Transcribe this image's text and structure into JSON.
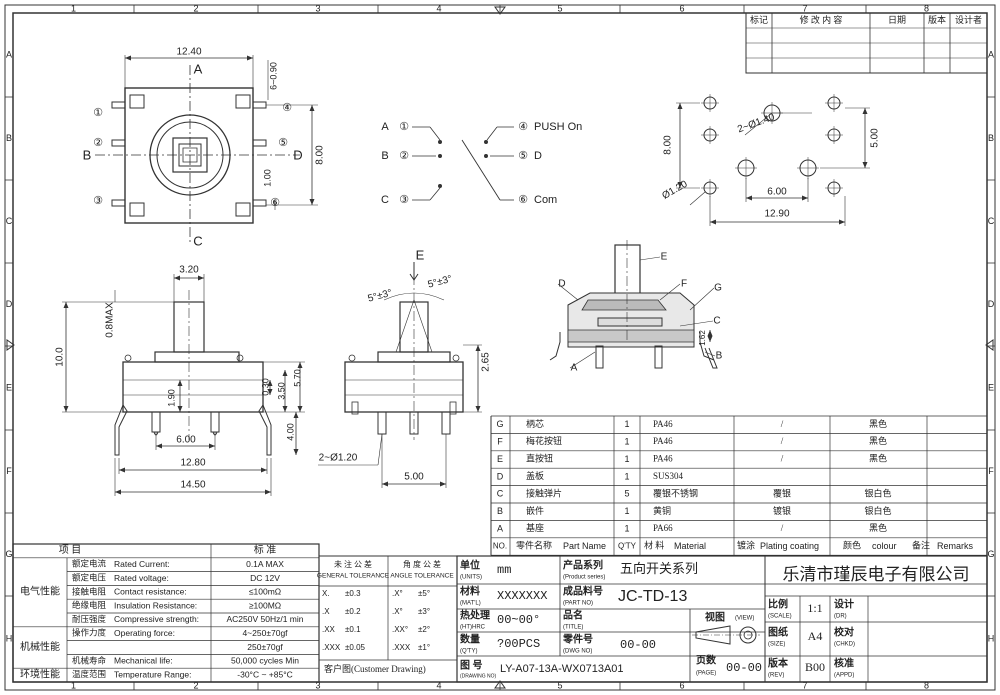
{
  "grid": {
    "columns": [
      "1",
      "2",
      "3",
      "4",
      "5",
      "6",
      "7",
      "8"
    ],
    "rows": [
      "A",
      "B",
      "C",
      "D",
      "E",
      "F",
      "G",
      "H"
    ]
  },
  "revision_table": {
    "headers": [
      "标记",
      "修 改 内 容",
      "日期",
      "版本",
      "设计者"
    ]
  },
  "top_view": {
    "width_dim": "12.40",
    "height_dim": "8.00",
    "pitch_dim": "6~0.90",
    "small_dim": "1.00",
    "axis_labels": {
      "top": "A",
      "bottom": "C",
      "left": "B",
      "right": "D"
    },
    "pin_labels": [
      "①",
      "②",
      "③",
      "④",
      "⑤",
      "⑥"
    ]
  },
  "schematic": {
    "rows": [
      {
        "left_letter": "A",
        "left_pin": "①",
        "right_pin": "④",
        "right_label": "PUSH On"
      },
      {
        "left_letter": "B",
        "left_pin": "②",
        "right_pin": "⑤",
        "right_label": "D"
      },
      {
        "left_letter": "C",
        "left_pin": "③",
        "right_pin": "⑥",
        "right_label": "Com"
      }
    ]
  },
  "pcb_layout": {
    "hole_dim": "2~Ø1.40",
    "small_hole_dim": "Ø1.20",
    "height_dim": "8.00",
    "inner_height_dim": "5.00",
    "inner_width_dim": "6.00",
    "width_dim": "12.90"
  },
  "side_view": {
    "top_width": "3.20",
    "top_height": "0.8MAX",
    "total_height": "10.0",
    "inner_dim": "1.90",
    "dims_right": [
      "0.30",
      "3.50",
      "5.70"
    ],
    "pin_len": "4.00",
    "pitch": "6.00",
    "width_inner": "12.80",
    "width_outer": "14.50"
  },
  "front_view": {
    "letter": "E",
    "angle_left": "5°±3°",
    "angle_right": "5°±3°",
    "height_dim": "2.65",
    "pin_dia": "2~Ø1.20",
    "pitch": "5.00"
  },
  "section_view": {
    "labels": [
      "E",
      "F",
      "G",
      "C",
      "D",
      "B",
      "A"
    ],
    "dim": "1.62"
  },
  "parts_table": {
    "rows": [
      {
        "id": "G",
        "name": "柄芯",
        "qty": "1",
        "material": "PA46",
        "plating": "/",
        "colour": "黑色"
      },
      {
        "id": "F",
        "name": "梅花按钮",
        "qty": "1",
        "material": "PA46",
        "plating": "/",
        "colour": "黑色"
      },
      {
        "id": "E",
        "name": "直按钮",
        "qty": "1",
        "material": "PA46",
        "plating": "/",
        "colour": "黑色"
      },
      {
        "id": "D",
        "name": "盖板",
        "qty": "1",
        "material": "SUS304",
        "plating": "",
        "colour": ""
      },
      {
        "id": "C",
        "name": "接触弹片",
        "qty": "5",
        "material": "覆银不锈钢",
        "plating": "覆银",
        "colour": "银白色"
      },
      {
        "id": "B",
        "name": "嵌件",
        "qty": "1",
        "material": "黄铜",
        "plating": "镀银",
        "colour": "银白色"
      },
      {
        "id": "A",
        "name": "基座",
        "qty": "1",
        "material": "PA66",
        "plating": "/",
        "colour": "黑色"
      }
    ],
    "header": {
      "no": "NO.",
      "name": "零件名称",
      "name_en": "Part Name",
      "qty": "Q'TY",
      "material": "材 料",
      "material_en": "Material",
      "plating": "镀涂",
      "plating_en": "Plating coating",
      "colour": "颜色",
      "colour_en": "colour",
      "remarks": "备注",
      "remarks_en": "Remarks"
    }
  },
  "spec_table": {
    "header_item": "项 目",
    "header_std": "标 准",
    "groups": [
      {
        "group": "电气性能",
        "rows": [
          {
            "cn": "额定电流",
            "en": "Rated Current:",
            "value": "0.1A MAX"
          },
          {
            "cn": "额定电压",
            "en": "Rated voltage:",
            "value": "DC 12V"
          },
          {
            "cn": "接触电阻",
            "en": "Contact resistance:",
            "value": "≤100mΩ"
          },
          {
            "cn": "绝缘电阻",
            "en": "Insulation Resistance:",
            "value": "≥100MΩ"
          },
          {
            "cn": "耐压强度",
            "en": "Compressive strength:",
            "value": "AC250V 50Hz/1 min"
          }
        ]
      },
      {
        "group": "机械性能",
        "rows": [
          {
            "cn": "操作力度",
            "en": "Operating force:",
            "value": "4~250±70gf"
          },
          {
            "cn": "",
            "en": "",
            "value": "250±70gf"
          },
          {
            "cn": "机械寿命",
            "en": "Mechanical life:",
            "value": "50,000 cycles Min"
          }
        ]
      },
      {
        "group": "环境性能",
        "rows": [
          {
            "cn": "温度范围",
            "en": "Temperature Range:",
            "value": "-30°C ~ +85°C"
          }
        ]
      }
    ]
  },
  "tolerance": {
    "general_cn": "未 注 公 差",
    "general_en": "GENERAL TOLERANCE",
    "angle_cn": "角 度 公 差",
    "angle_en": "ANGLE TOLERANCE",
    "rows": [
      {
        "dec": "X.",
        "tol": "±0.3",
        "ang": ".X°",
        "atol": "±5°"
      },
      {
        "dec": ".X",
        "tol": "±0.2",
        "ang": ".X°",
        "atol": "±3°"
      },
      {
        "dec": ".XX",
        "tol": "±0.1",
        "ang": ".XX°",
        "atol": "±2°"
      },
      {
        "dec": ".XXX",
        "tol": "±0.05",
        "ang": ".XXX",
        "atol": "±1°"
      }
    ],
    "customer": "客户图(Customer Drawing)"
  },
  "title_block": {
    "unit_label": "单位",
    "unit_en": "(UNITS)",
    "unit": "mm",
    "series_label": "产品系列",
    "series_en": "(Product series)",
    "series": "五向开关系列",
    "company": "乐清市瑾辰电子有限公司",
    "material_label": "材料",
    "material_en": "(MAT'L)",
    "material": "XXXXXXX",
    "part_label": "成品料号",
    "part_en": "(PART NO)",
    "part_no": "JC-TD-13",
    "heat_label": "热处理",
    "heat_en": "(HT)HRC",
    "heat": "00~00°",
    "title_label": "品名",
    "title_en": "(TITLE)",
    "title": "",
    "qty_label": "数量",
    "qty_en": "(Q'TY)",
    "qty": "?00PCS",
    "dwg_label": "零件号",
    "dwg_en": "(DWG NO)",
    "dwg": "00-00",
    "drawing_label": "图 号",
    "drawing_en": "(DRAWING NO)",
    "drawing_no": "LY-A07-13A-WX0713A01",
    "view_label": "视图",
    "view_en": "(VIEW)",
    "scale_label": "比例",
    "scale_en": "(SCALE)",
    "scale": "1:1",
    "size_label": "图纸",
    "size_en": "(SIZE)",
    "size": "A4",
    "page_label": "页数",
    "page_en": "(PAGE)",
    "page": "00-00",
    "rev_label": "版本",
    "rev_en": "(REV)",
    "rev": "B00",
    "design_label": "设计",
    "design_en": "(DR)",
    "check_label": "校对",
    "check_en": "(CHKD)",
    "approve_label": "核准",
    "approve_en": "(APPD)"
  }
}
